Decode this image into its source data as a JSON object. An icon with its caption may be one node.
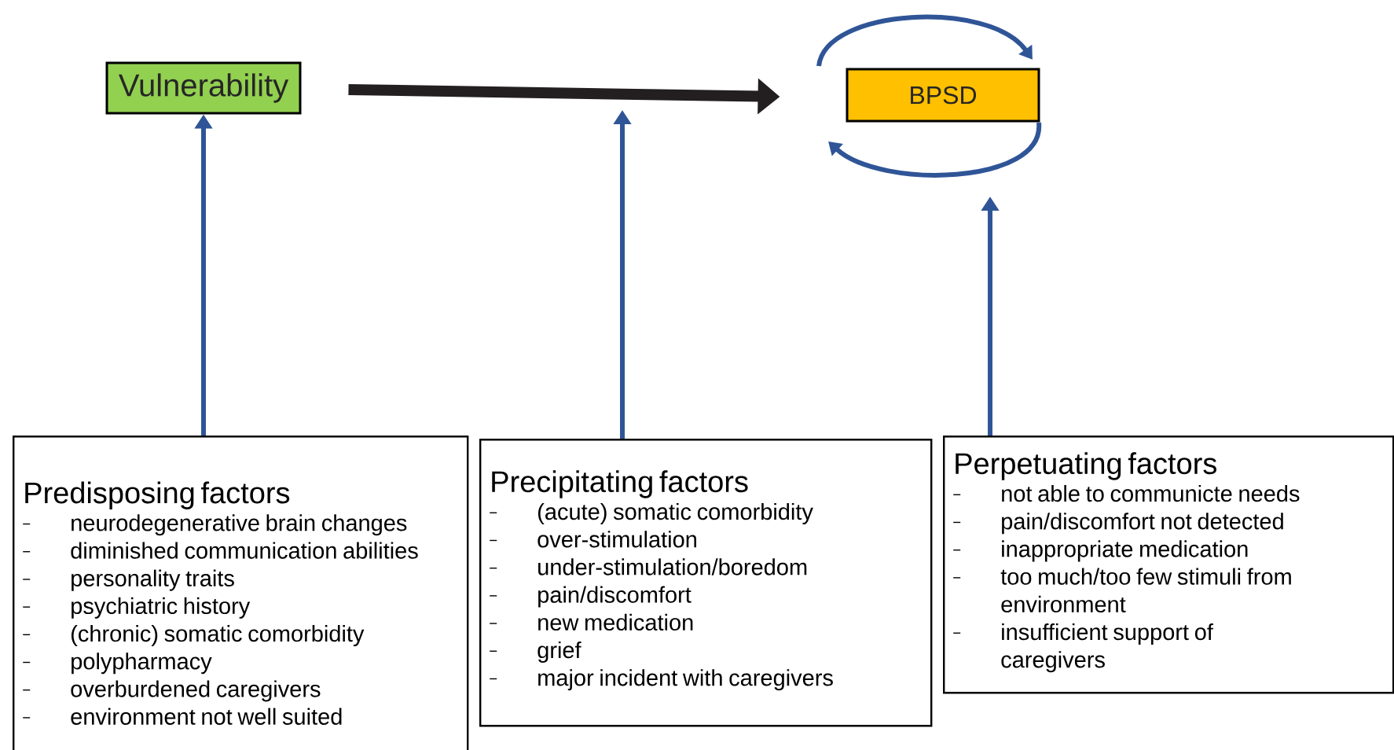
{
  "diagram": {
    "nodes": [
      {
        "text": [
          "Vulnerability"
        ]
      },
      {
        "text": [
          "BPSD"
        ]
      },
      {
        "text": [
          "Predisposing factors",
          "neurodegenerative brain changes",
          "diminished communication abilities",
          "personality traits",
          "psychiatric history",
          "(chronic) somatic comorbidity",
          "polypharmacy",
          "overburdened caregivers",
          "environment not well suited"
        ]
      },
      {
        "text": [
          "Precipitating factors",
          "(acute) somatic comorbidity",
          "over-stimulation",
          "under-stimulation/boredom",
          "pain/discomfort",
          "new medication",
          "grief",
          "major incident with caregivers"
        ]
      },
      {
        "text": [
          "Perpetuating factors",
          "not able to communicte needs",
          "pain/discomfort not detected",
          "inappropriate medication",
          "too much/too few stimuli from environment",
          "insufficient support of caregivers"
        ]
      }
    ],
    "edges": [
      {
        "from": 0,
        "to": 1,
        "arrow": "to",
        "style": "thick",
        "color": "#231f20"
      },
      {
        "from": 2,
        "to": 0,
        "arrow": "to"
      },
      {
        "from": 3,
        "to": null,
        "arrow": "to"
      },
      {
        "from": 4,
        "to": 1,
        "arrow": "to"
      }
    ]
  }
}
